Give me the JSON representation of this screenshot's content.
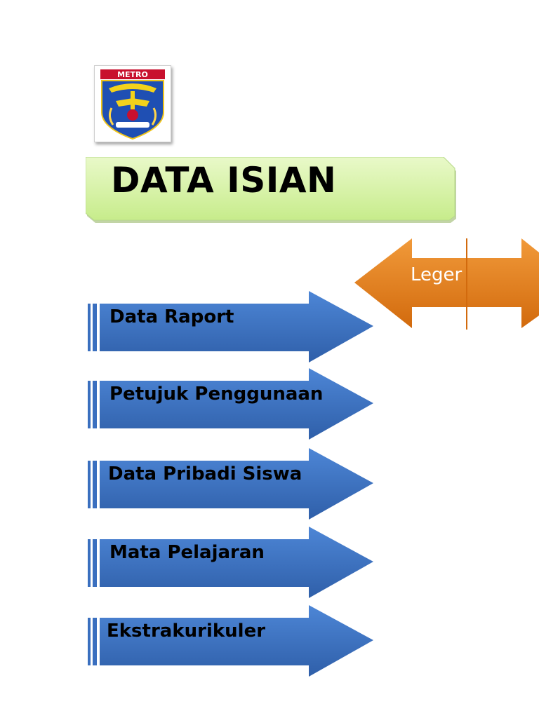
{
  "logo": {
    "text": "METRO"
  },
  "title": "DATA ISIAN",
  "leger": {
    "label": "Leger"
  },
  "menu": [
    {
      "label": "Data Raport"
    },
    {
      "label": "Petujuk Penggunaan"
    },
    {
      "label": "Data Pribadi Siswa"
    },
    {
      "label": "Mata Pelajaran"
    },
    {
      "label": "Ekstrakurikuler"
    }
  ],
  "colors": {
    "arrow_blue": "#3a6fbf",
    "title_green": "#d7f2a8",
    "leger_orange": "#e8821f"
  }
}
